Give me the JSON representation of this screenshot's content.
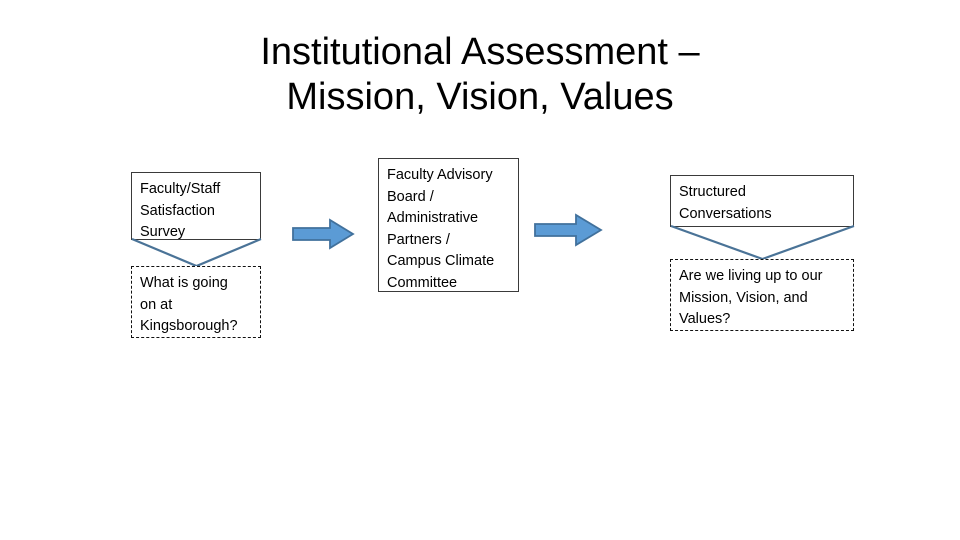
{
  "slide": {
    "title_lines": [
      "Institutional Assessment –",
      "Mission, Vision, Values"
    ],
    "background_color": "#FFFFFF",
    "text_color": "#000000"
  },
  "colors": {
    "arrow_fill": "#5B9BD5",
    "arrow_outline": "#41719C",
    "connector_line": "#4A7397",
    "box_border_solid": "#3A3A3A",
    "box_border_dashed": "#111111"
  },
  "flow": {
    "stage_1": {
      "process_box": {
        "label": "Faculty/Staff\nSatisfaction\nSurvey",
        "border_style": "solid"
      },
      "question_box": {
        "label": "What is going\non at\nKingsborough?",
        "border_style": "dashed"
      },
      "connector": "v-bracket-down"
    },
    "stage_2": {
      "process_box": {
        "label": "Faculty Advisory\nBoard /\nAdministrative\nPartners /\nCampus Climate\nCommittee",
        "border_style": "solid"
      }
    },
    "stage_3": {
      "process_box": {
        "label": "Structured\nConversations",
        "border_style": "solid"
      },
      "question_box": {
        "label": "Are we living up to our\nMission, Vision, and\nValues?",
        "border_style": "dashed"
      },
      "connector": "v-bracket-down"
    },
    "arrows": [
      {
        "name": "arrow-stage1-to-stage2",
        "direction": "right"
      },
      {
        "name": "arrow-stage2-to-stage3",
        "direction": "right"
      }
    ]
  }
}
